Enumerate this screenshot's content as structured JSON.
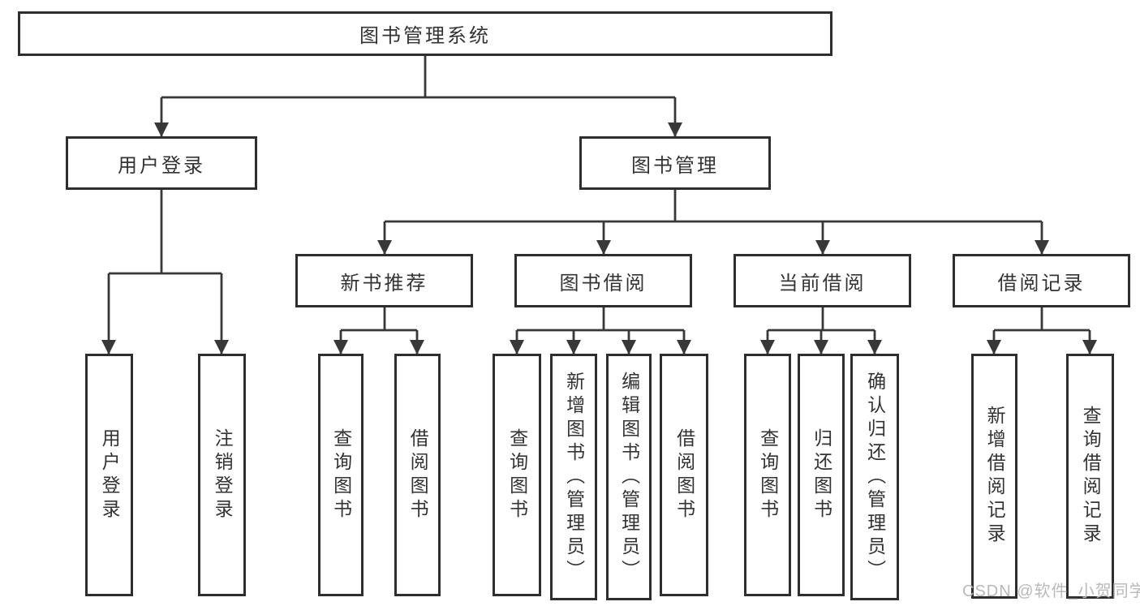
{
  "diagram": {
    "root": {
      "label": "图书管理系统"
    },
    "level2": [
      {
        "id": "user-login",
        "label": "用户登录"
      },
      {
        "id": "book-management",
        "label": "图书管理"
      }
    ],
    "modules": [
      {
        "id": "new-book-recommend",
        "label": "新书推荐"
      },
      {
        "id": "book-borrow",
        "label": "图书借阅"
      },
      {
        "id": "current-borrow",
        "label": "当前借阅"
      },
      {
        "id": "borrow-records",
        "label": "借阅记录"
      }
    ],
    "leaves": {
      "user_login": [
        "用户登录",
        "注销登录"
      ],
      "new_book_recommend": [
        "查询图书",
        "借阅图书"
      ],
      "book_borrow": [
        "查询图书",
        "新增图书（管理员）",
        "编辑图书（管理员）",
        "借阅图书"
      ],
      "current_borrow": [
        "查询图书",
        "归还图书",
        "确认归还（管理员）"
      ],
      "borrow_records": [
        "新增借阅记录",
        "查询借阅记录"
      ]
    }
  },
  "watermark": {
    "text": "CSDN @软件_小贺同学",
    "color": "#b9b9b9"
  },
  "colors": {
    "line": "#383838",
    "box_border": "#2e2e2e",
    "box_fill": "#ffffff",
    "text": "#333333",
    "background": "#ffffff"
  }
}
